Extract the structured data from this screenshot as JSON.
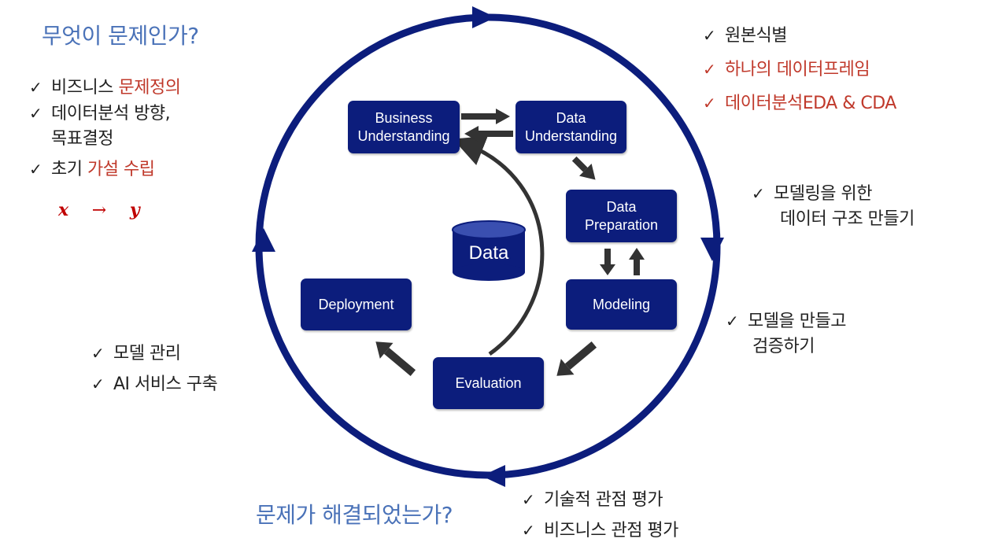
{
  "headings": {
    "top_left": "무엇이 문제인가?",
    "bottom": "문제가 해결되었는가?"
  },
  "notes": {
    "problem_definition": {
      "item1_prefix": "비즈니스 ",
      "item1_highlight": "문제정의",
      "item2_line1": "데이터분석 방향,",
      "item2_line2": "목표결정",
      "item3_prefix": "초기 ",
      "item3_highlight": "가설 수립"
    },
    "formula": {
      "x": "x",
      "arrow": "→",
      "y": "y"
    },
    "data_understanding": {
      "item1": "원본식별",
      "item2": "하나의 데이터프레임",
      "item3": "데이터분석EDA & CDA"
    },
    "data_preparation": {
      "line1": "모델링을 위한",
      "line2": "데이터 구조 만들기"
    },
    "modeling": {
      "line1": "모델을 만들고",
      "line2": "검증하기"
    },
    "deployment": {
      "item1": "모델 관리",
      "item2": "AI 서비스 구축"
    },
    "evaluation": {
      "item1": "기술적 관점 평가",
      "item2": "비즈니스 관점 평가"
    }
  },
  "check_mark": "✓",
  "stages": {
    "business_understanding": "Business\nUnderstanding",
    "data_understanding": "Data\nUnderstanding",
    "data_preparation": "Data\nPreparation",
    "modeling": "Modeling",
    "evaluation": "Evaluation",
    "deployment": "Deployment",
    "data_store": "Data"
  },
  "colors": {
    "box": "#0c1d7c",
    "cycle": "#0c1d7c",
    "heading": "#4a72b8",
    "highlight": "#c0392b",
    "arrow": "#333333"
  }
}
